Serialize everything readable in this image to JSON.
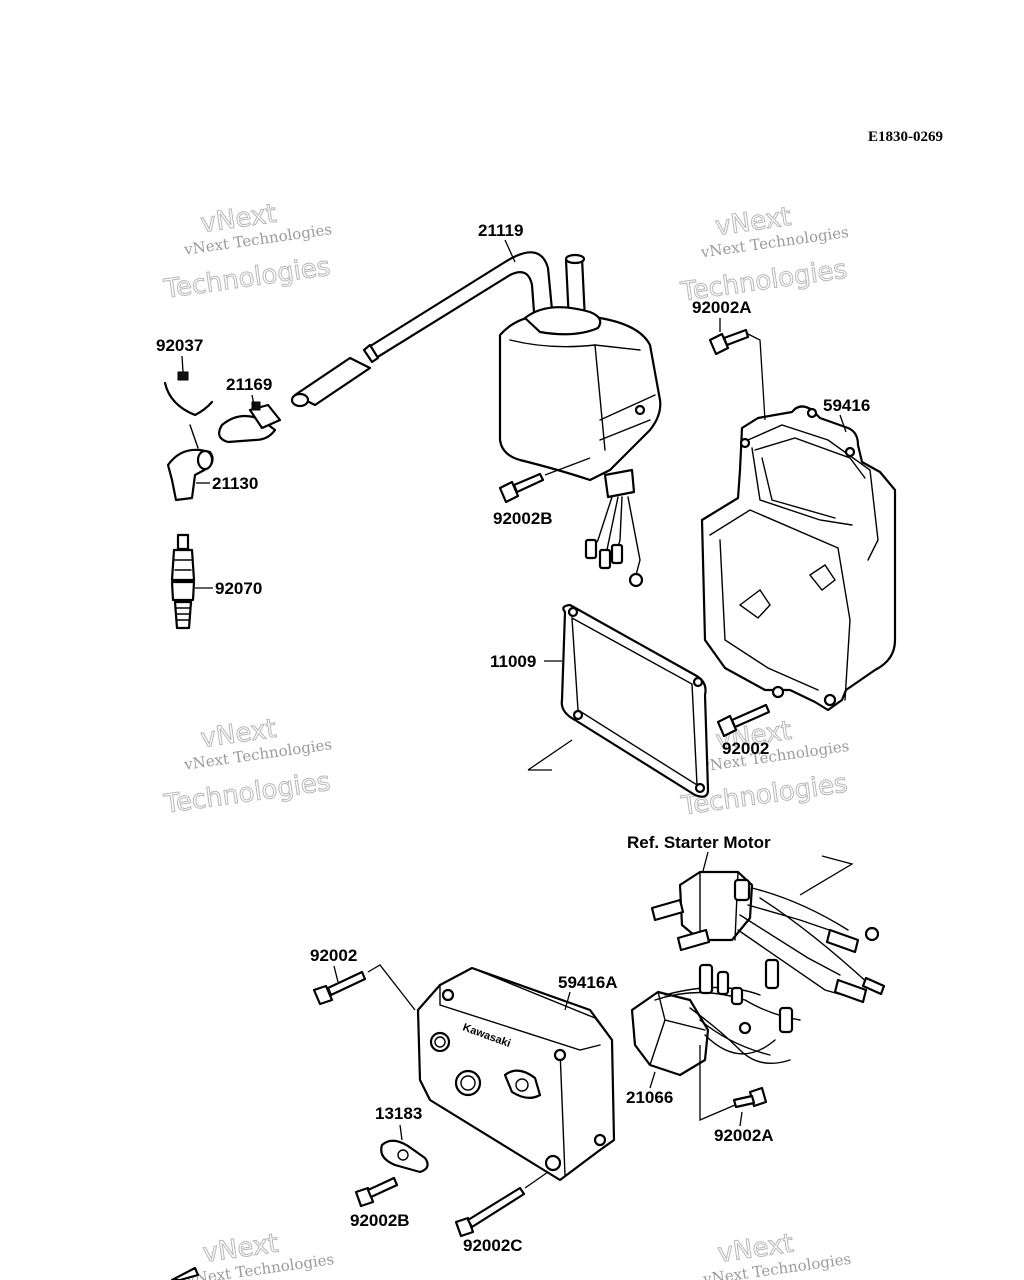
{
  "diagram_code": "E1830-0269",
  "watermark": {
    "line1": "vNext Technologies",
    "line2": "Technologies",
    "line3": "vNext"
  },
  "parts": {
    "p21119": "21119",
    "p92037": "92037",
    "p21169": "21169",
    "p21130": "21130",
    "p92070": "92070",
    "p92002A_top": "92002A",
    "p59416": "59416",
    "p92002B_top": "92002B",
    "p11009": "11009",
    "p92002_mid": "92002",
    "ref_starter": "Ref. Starter Motor",
    "p92002_low": "92002",
    "p59416A": "59416A",
    "p13183": "13183",
    "p21066": "21066",
    "p92002A_low": "92002A",
    "p92002B_low": "92002B",
    "p92002C": "92002C"
  },
  "cover_brand": "Kawasaki"
}
